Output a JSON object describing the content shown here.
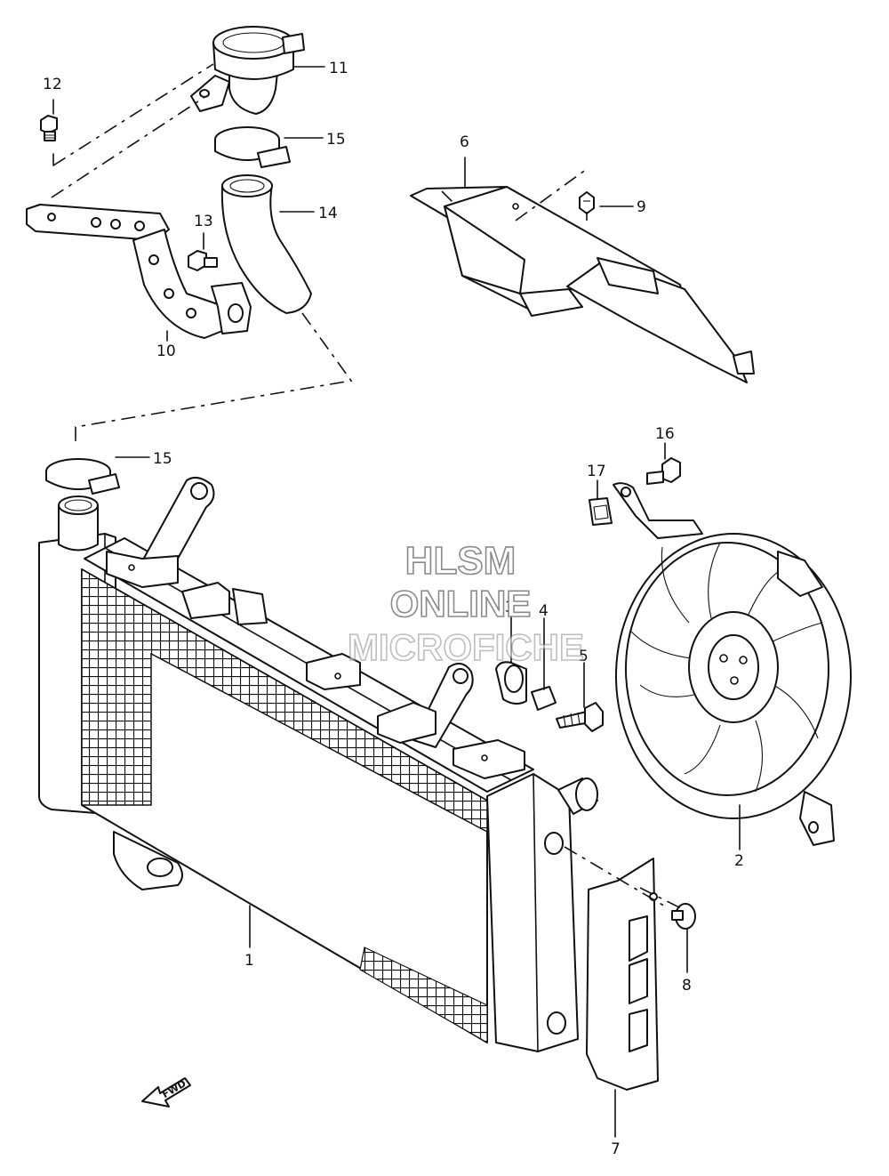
{
  "watermark": {
    "line1": "HLSM",
    "line2": "ONLINE",
    "line3": "MICROFICHE"
  },
  "direction": {
    "label": "FWD"
  },
  "callouts": {
    "c1": "1",
    "c2": "2",
    "c3": "3",
    "c4": "4",
    "c5": "5",
    "c6": "6",
    "c7": "7",
    "c8": "8",
    "c9": "9",
    "c10": "10",
    "c11": "11",
    "c12": "12",
    "c13": "13",
    "c14": "14",
    "c15a": "15",
    "c15b": "15",
    "c16": "16",
    "c17": "17"
  },
  "colors": {
    "ink": "#111111",
    "paper": "#ffffff",
    "watermark": "#8a8a8a"
  }
}
